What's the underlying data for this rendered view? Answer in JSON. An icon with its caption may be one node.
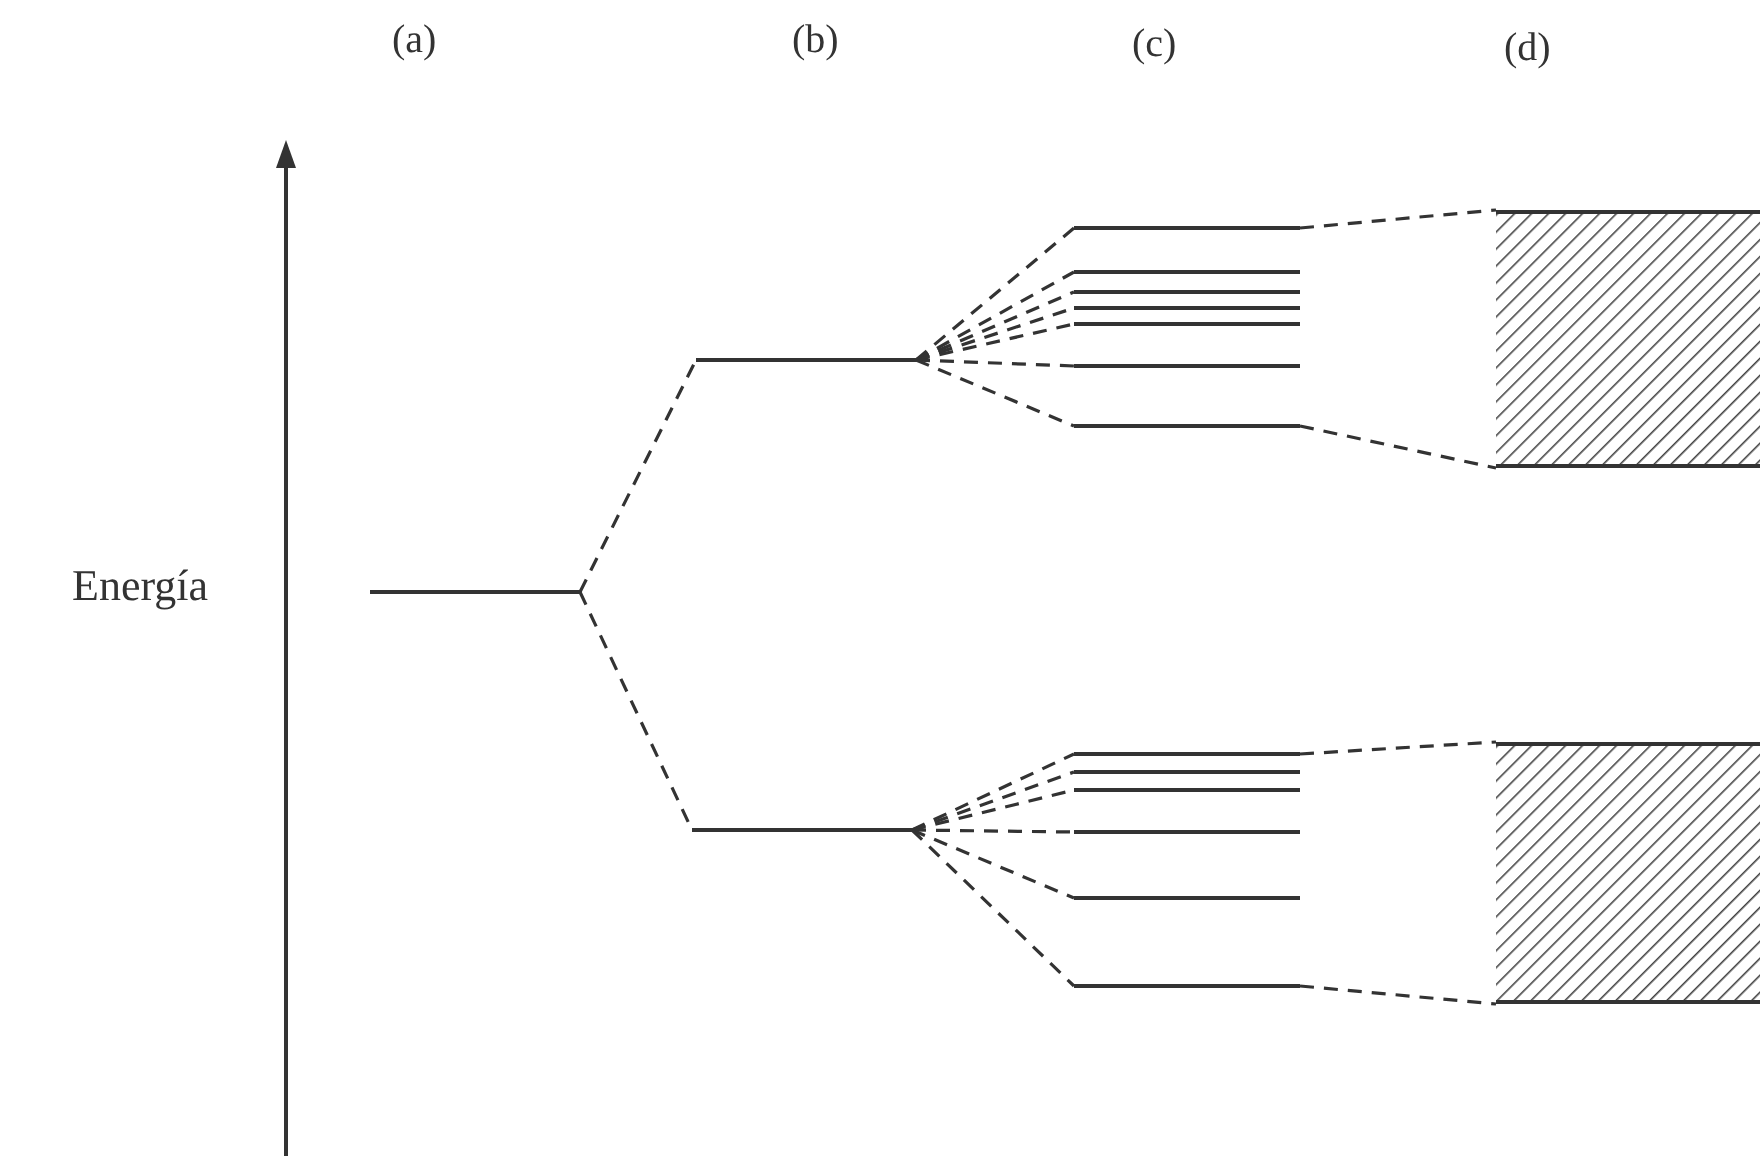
{
  "diagram": {
    "nodes": [
      {
        "text": [],
        "shape": "bar"
      },
      {
        "text": [],
        "shape": "bar"
      },
      {
        "text": [],
        "shape": "bar"
      },
      {
        "text": [],
        "shape": "bar"
      },
      {
        "text": [],
        "shape": "bar"
      },
      {
        "text": [],
        "shape": "bar"
      },
      {
        "text": [],
        "shape": "bar"
      },
      {
        "text": [],
        "shape": "bar"
      },
      {
        "text": [],
        "shape": "bar"
      },
      {
        "text": [],
        "shape": "bar"
      },
      {
        "text": [],
        "shape": "bar"
      },
      {
        "text": [],
        "shape": "bar"
      },
      {
        "text": [],
        "shape": "bar"
      },
      {
        "text": [],
        "shape": "bar"
      },
      {
        "text": [],
        "shape": "bar"
      },
      {
        "text": [],
        "shape": "bar"
      },
      {
        "text": [],
        "shape": "box"
      },
      {
        "text": [],
        "shape": "box"
      }
    ],
    "edges": [
      {
        "from": 0,
        "to": 1,
        "arrow": "none",
        "style": "dashed"
      },
      {
        "from": 0,
        "to": 2,
        "arrow": "none",
        "style": "dashed"
      },
      {
        "from": 1,
        "to": 3,
        "arrow": "none",
        "style": "dashed"
      },
      {
        "from": 1,
        "to": 4,
        "arrow": "none",
        "style": "dashed"
      },
      {
        "from": 1,
        "to": 5,
        "arrow": "none",
        "style": "dashed"
      },
      {
        "from": 1,
        "to": 6,
        "arrow": "none",
        "style": "dashed"
      },
      {
        "from": 1,
        "to": 7,
        "arrow": "none",
        "style": "dashed"
      },
      {
        "from": 1,
        "to": 8,
        "arrow": "none",
        "style": "dashed"
      },
      {
        "from": 1,
        "to": 9,
        "arrow": "none",
        "style": "dashed"
      },
      {
        "from": 2,
        "to": 10,
        "arrow": "none",
        "style": "dashed"
      },
      {
        "from": 2,
        "to": 11,
        "arrow": "none",
        "style": "dashed"
      },
      {
        "from": 2,
        "to": 12,
        "arrow": "none",
        "style": "dashed"
      },
      {
        "from": 2,
        "to": 13,
        "arrow": "none",
        "style": "dashed"
      },
      {
        "from": 2,
        "to": 14,
        "arrow": "none",
        "style": "dashed"
      },
      {
        "from": 2,
        "to": 15,
        "arrow": "none",
        "style": "dashed"
      },
      {
        "from": 3,
        "to": 16,
        "arrow": "none",
        "style": "dashed"
      },
      {
        "from": 9,
        "to": 16,
        "arrow": "none",
        "style": "dashed"
      },
      {
        "from": 10,
        "to": 17,
        "arrow": "none",
        "style": "dashed"
      },
      {
        "from": 15,
        "to": 17,
        "arrow": "none",
        "style": "dashed"
      }
    ],
    "labels": [
      "(a)",
      "(b)",
      "(c)",
      "(d)",
      "Energía"
    ]
  }
}
